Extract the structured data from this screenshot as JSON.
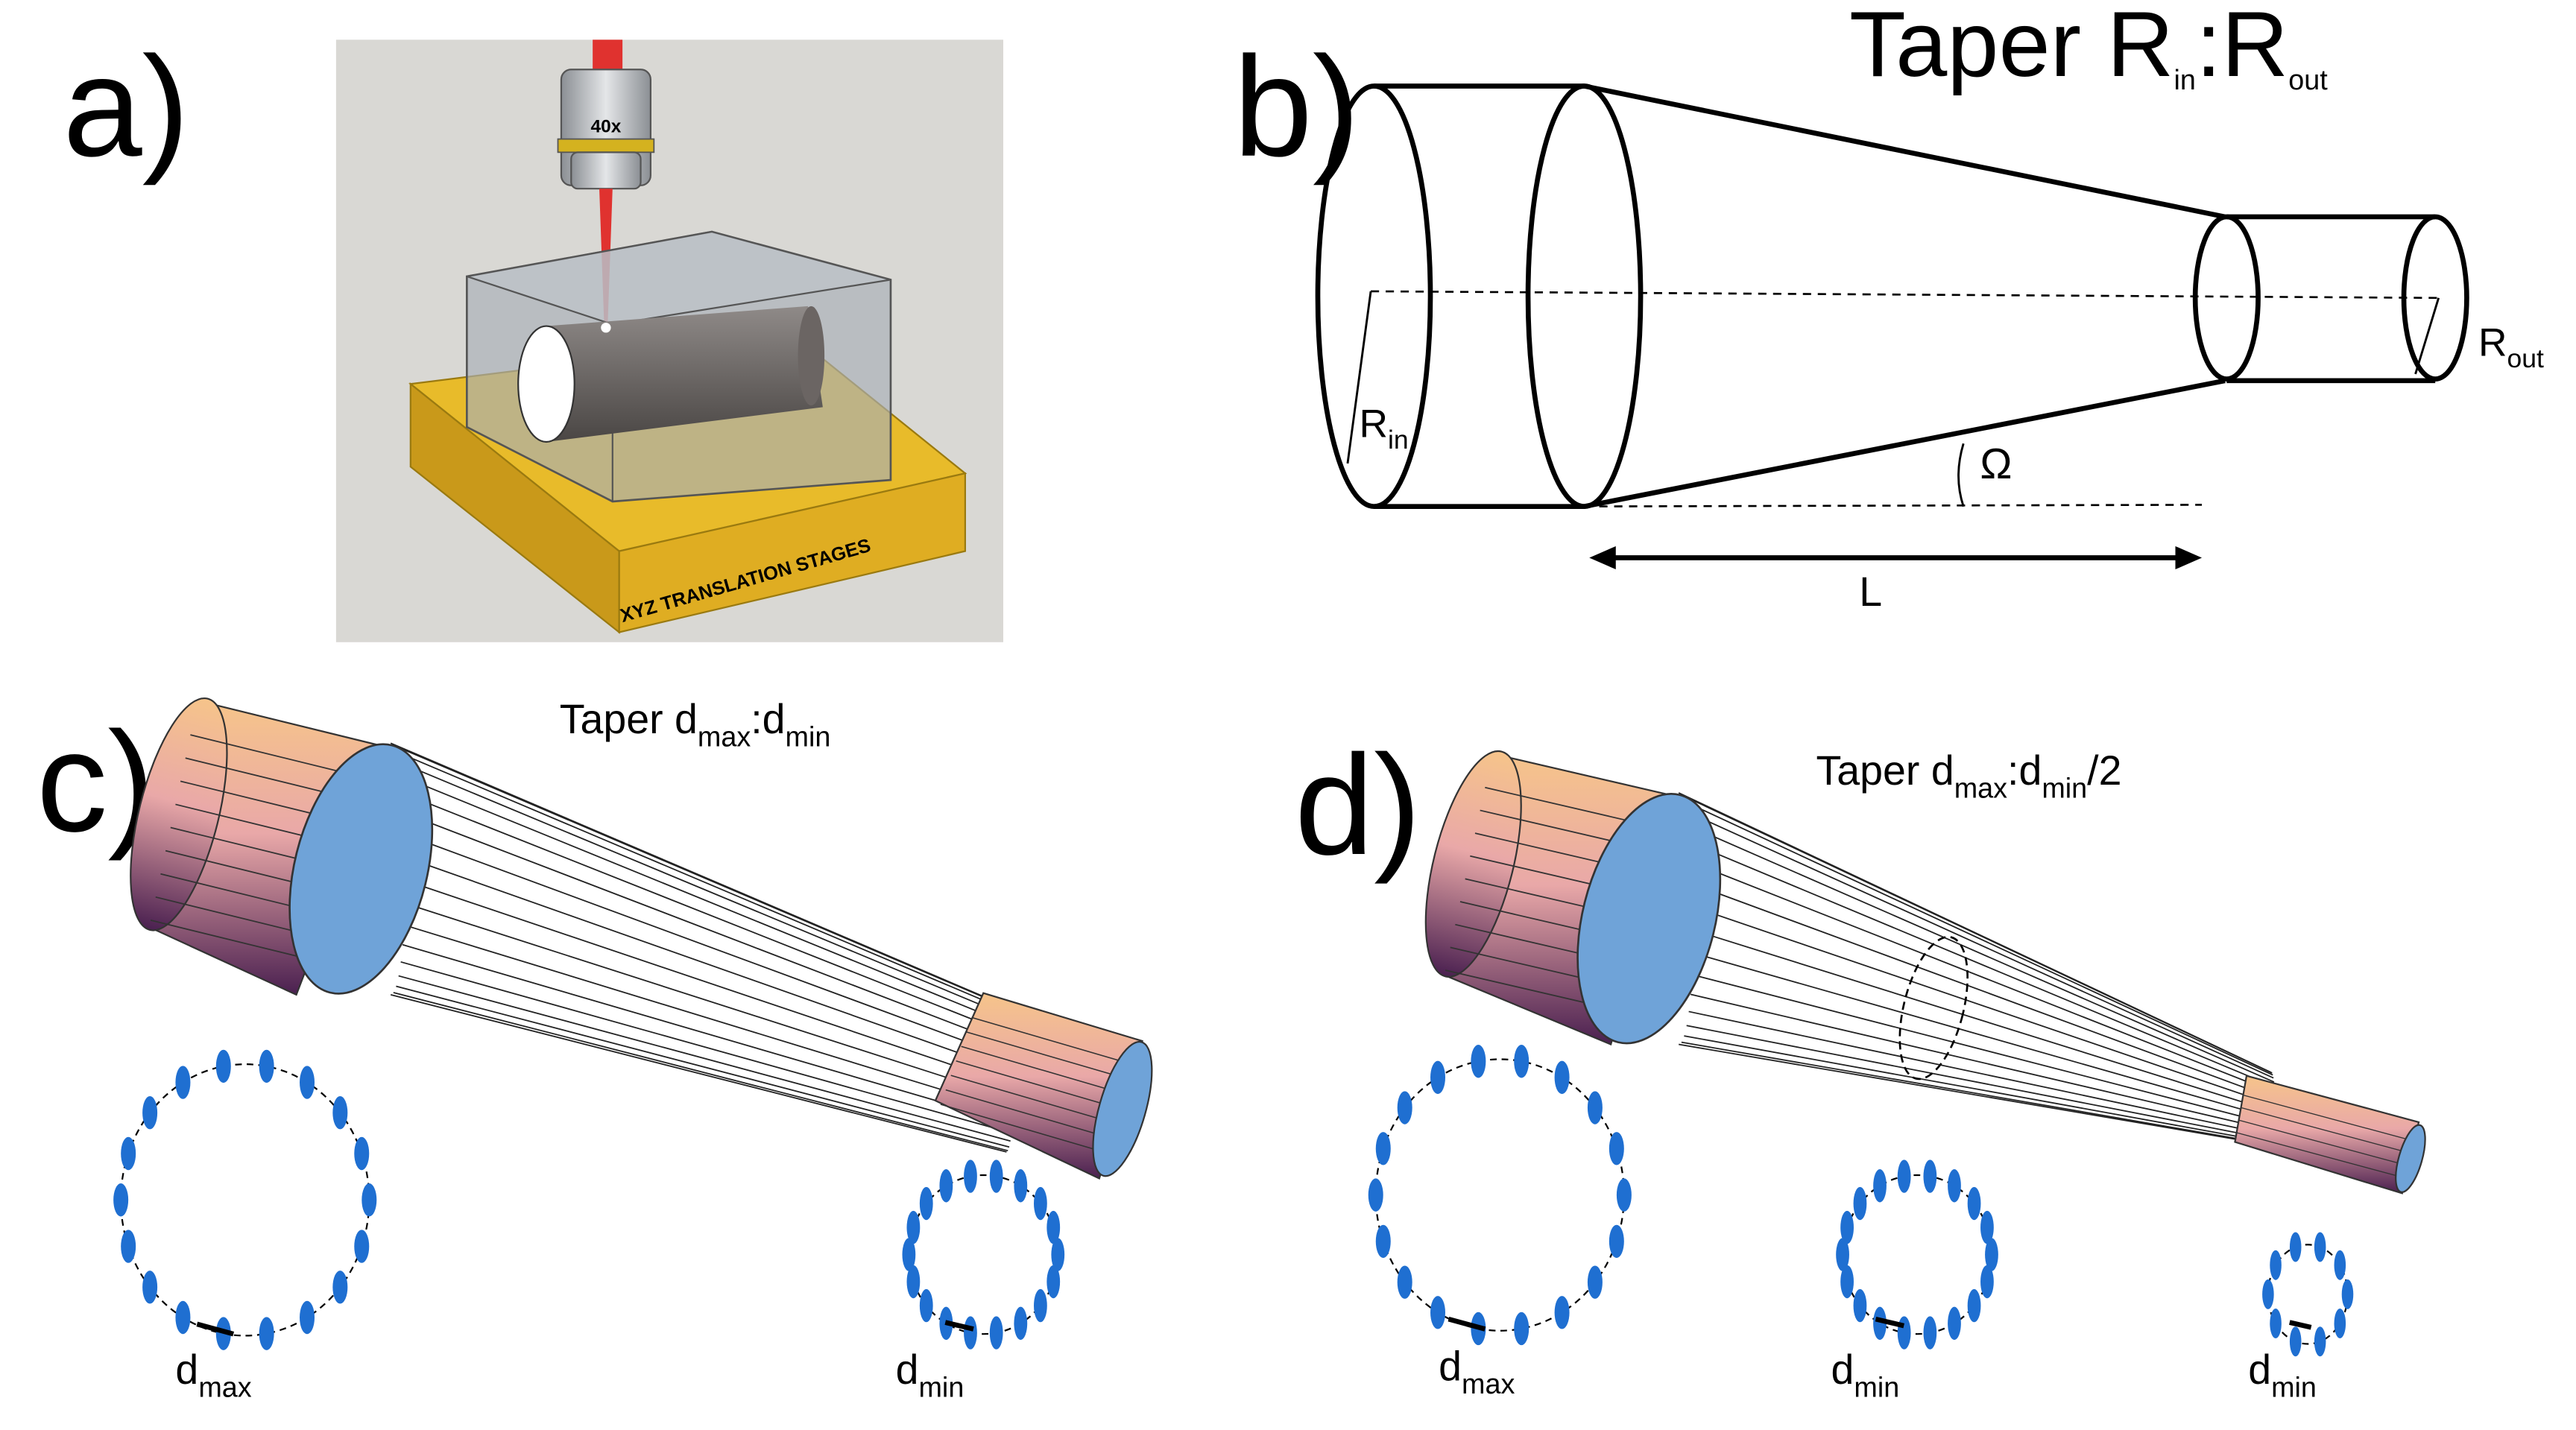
{
  "panels": {
    "a": {
      "label": "a)",
      "objective": "40x",
      "stage": "XYZ TRANSLATION STAGES"
    },
    "b": {
      "label": "b)",
      "title": {
        "main": "Taper R",
        "s1": "in",
        "sep": ":R",
        "s2": "out"
      },
      "r_in": {
        "main": "R",
        "sub": "in"
      },
      "r_out": {
        "main": "R",
        "sub": "out"
      },
      "angle": "Ω",
      "length": "L"
    },
    "c": {
      "label": "c)",
      "title": {
        "main": "Taper d",
        "s1": "max",
        "sep": ":d",
        "s2": "min"
      },
      "d_max": {
        "main": "d",
        "sub": "max"
      },
      "d_min": {
        "main": "d",
        "sub": "min"
      }
    },
    "d": {
      "label": "d)",
      "title": {
        "main": "Taper d",
        "s1": "max",
        "sep": ":d",
        "s2": "min",
        "tail": "/2"
      },
      "d_max": {
        "main": "d",
        "sub": "max"
      },
      "d_min_1": {
        "main": "d",
        "sub": "min"
      },
      "d_min_2": {
        "main": "d",
        "sub": "min"
      }
    }
  },
  "colors": {
    "laser": "#e0322f",
    "stage": "#e2b21f",
    "core_blue": "#6fa3d8",
    "dot_blue": "#1f6fd1",
    "panel_a_bg": "#d9d8d4"
  }
}
